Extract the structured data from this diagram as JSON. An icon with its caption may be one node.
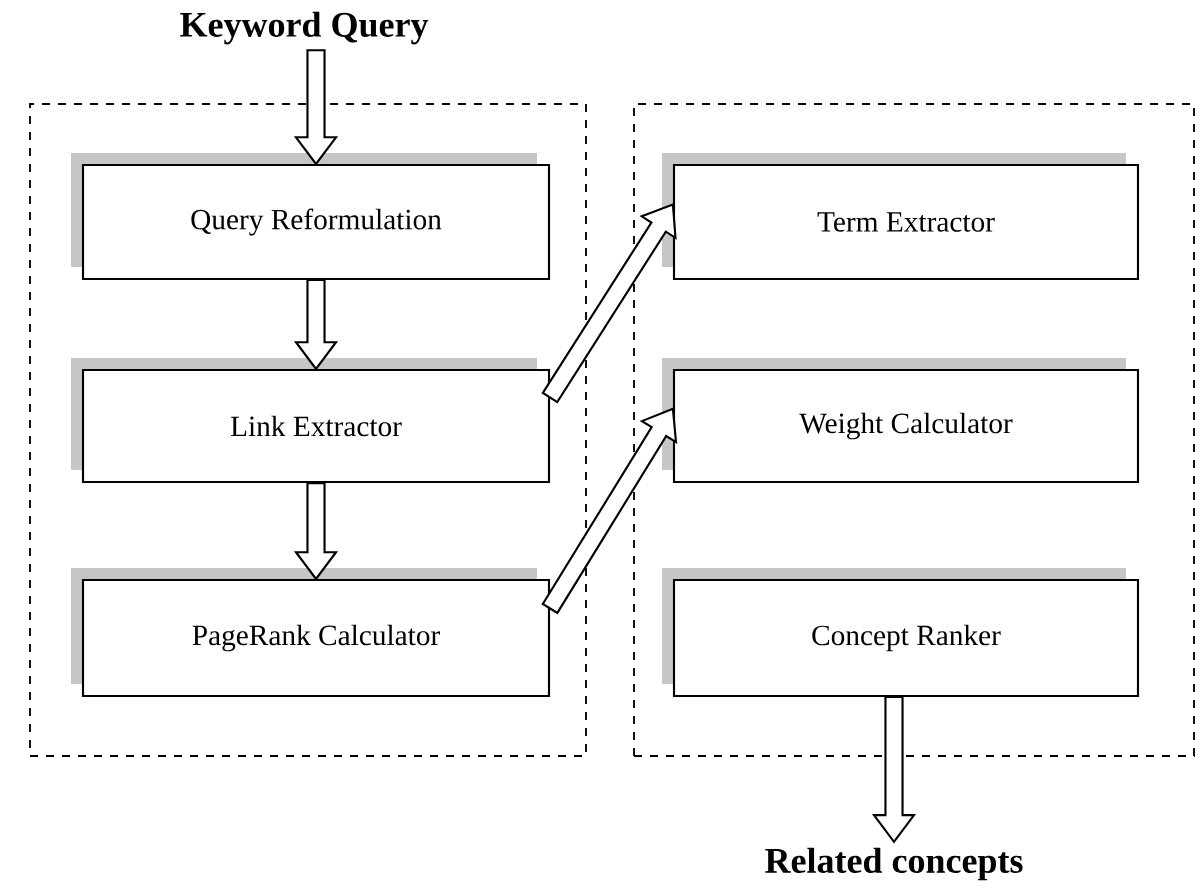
{
  "diagram": {
    "nodes": [
      {
        "text": [
          "Keyword Query"
        ]
      },
      {
        "text": [],
        "shape": "box"
      },
      {
        "text": [
          "Query Reformulation"
        ],
        "in": 1
      },
      {
        "text": [
          "Link Extractor"
        ],
        "in": 1
      },
      {
        "text": [
          "PageRank Calculator"
        ],
        "in": 1
      },
      {
        "text": [],
        "shape": "box"
      },
      {
        "text": [
          "Term Extractor"
        ],
        "in": 5
      },
      {
        "text": [
          "Weight Calculator"
        ],
        "in": 5
      },
      {
        "text": [
          "Concept Ranker"
        ],
        "in": 5
      },
      {
        "text": [
          "Related concepts"
        ]
      }
    ],
    "edges": [
      {
        "from": 0,
        "to": 2,
        "arrow": "to"
      },
      {
        "from": 2,
        "to": 3,
        "arrow": "to"
      },
      {
        "from": 3,
        "to": 4,
        "arrow": "to"
      },
      {
        "from": 3,
        "to": 6,
        "arrow": "to"
      },
      {
        "from": 4,
        "to": 7,
        "arrow": "to"
      },
      {
        "from": 8,
        "to": 9,
        "arrow": "to"
      }
    ]
  }
}
